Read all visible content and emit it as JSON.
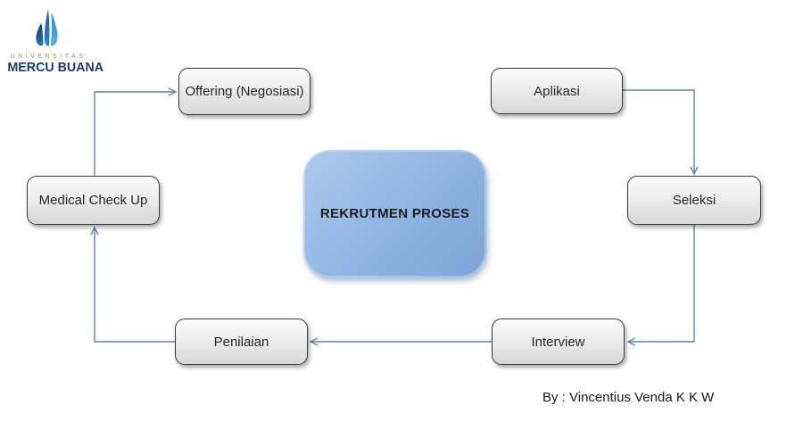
{
  "diagram_title": "REKRUTMEN PROSES",
  "center_label": "REKRUTMEN PROSES",
  "nodes": {
    "offering": "Offering (Negosiasi)",
    "aplikasi": "Aplikasi",
    "medical": "Medical Check Up",
    "seleksi": "Seleksi",
    "penilaian": "Penilaian",
    "interview": "Interview"
  },
  "connections": [
    {
      "from": "Aplikasi",
      "to": "Seleksi"
    },
    {
      "from": "Seleksi",
      "to": "Interview"
    },
    {
      "from": "Interview",
      "to": "Penilaian"
    },
    {
      "from": "Penilaian",
      "to": "Medical Check Up"
    },
    {
      "from": "Medical Check Up",
      "to": "Offering (Negosiasi)"
    }
  ],
  "credit": "By : Vincentius Venda K K W",
  "logo": {
    "mark": "water-drop-logo",
    "universitas": "UNIVERSITAS",
    "name": "MERCU BUANA"
  },
  "colors": {
    "connector": "#5b84b1",
    "node_border": "#3a3a3a",
    "node_fill": "#e6e6e6",
    "center_fill": "#8eb4e3",
    "logo_navy": "#1e3a6e",
    "logo_blue": "#2e7fc0",
    "text": "#262626"
  }
}
